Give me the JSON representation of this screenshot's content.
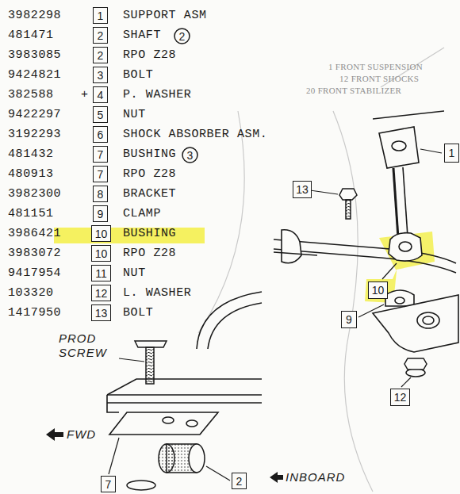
{
  "diagram": {
    "nodes": [
      {
        "text": [
          "1"
        ]
      },
      {
        "text": [
          "2"
        ]
      },
      {
        "text": [
          "2"
        ]
      },
      {
        "text": [
          "2"
        ]
      },
      {
        "text": [
          "3"
        ]
      },
      {
        "text": [
          "4"
        ]
      },
      {
        "text": [
          "5"
        ]
      },
      {
        "text": [
          "6"
        ]
      },
      {
        "text": [
          "7"
        ]
      },
      {
        "text": [
          "3"
        ]
      },
      {
        "text": [
          "7"
        ]
      },
      {
        "text": [
          "8"
        ]
      },
      {
        "text": [
          "9"
        ]
      },
      {
        "text": [
          "10"
        ]
      },
      {
        "text": [
          "10"
        ]
      },
      {
        "text": [
          "11"
        ]
      },
      {
        "text": [
          "12"
        ]
      },
      {
        "text": [
          "13"
        ]
      },
      {
        "text": [
          "1"
        ]
      },
      {
        "text": [
          "13"
        ]
      },
      {
        "text": [
          "10"
        ]
      },
      {
        "text": [
          "9"
        ]
      },
      {
        "text": [
          "12"
        ]
      },
      {
        "text": [
          "7"
        ]
      },
      {
        "text": [
          "2"
        ]
      }
    ],
    "labels": [
      "3982298",
      "SUPPORT ASM",
      "481471",
      "SHAFT",
      "3983085",
      "RPO Z28",
      "9424821",
      "BOLT",
      "382588",
      "+",
      "P. WASHER",
      "9422297",
      "NUT",
      "3192293",
      "SHOCK ABSORBER ASM.",
      "481432",
      "BUSHING",
      "480913",
      "RPO Z28",
      "3982300",
      "BRACKET",
      "481151",
      "CLAMP",
      "3986421",
      "BUSHING",
      "3983072",
      "RPO Z28",
      "9417954",
      "NUT",
      "103320",
      "L. WASHER",
      "1417950",
      "BOLT",
      "PROD SCREW",
      "FWD",
      "INBOARD",
      "1 FRONT SUSPENSION",
      "12 FRONT SHOCKS",
      "20 FRONT STABILIZER"
    ]
  }
}
